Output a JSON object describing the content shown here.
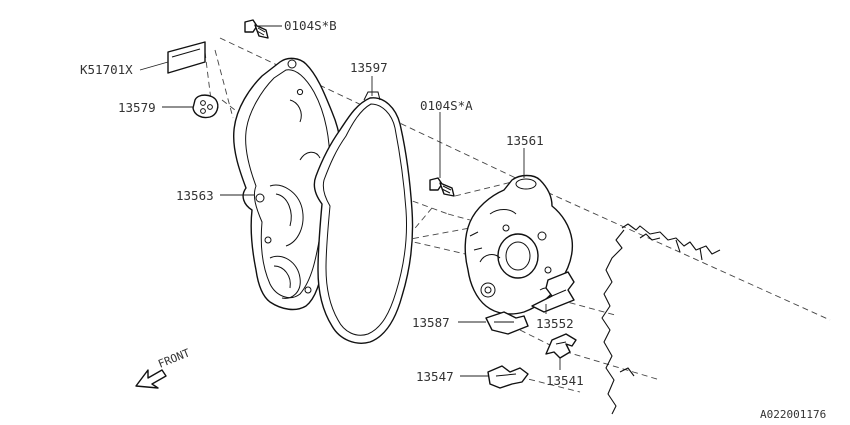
{
  "diagram": {
    "watermark": "A022001176",
    "front_label": "FRONT",
    "callouts": [
      {
        "id": "bolt_b",
        "text": "0104S*B"
      },
      {
        "id": "k51701x",
        "text": "K51701X"
      },
      {
        "id": "p13597",
        "text": "13597"
      },
      {
        "id": "p13579",
        "text": "13579"
      },
      {
        "id": "bolt_a",
        "text": "0104S*A"
      },
      {
        "id": "p13561",
        "text": "13561"
      },
      {
        "id": "p13563",
        "text": "13563"
      },
      {
        "id": "p13587",
        "text": "13587"
      },
      {
        "id": "p13552",
        "text": "13552"
      },
      {
        "id": "p13547",
        "text": "13547"
      },
      {
        "id": "p13541",
        "text": "13541"
      }
    ]
  }
}
